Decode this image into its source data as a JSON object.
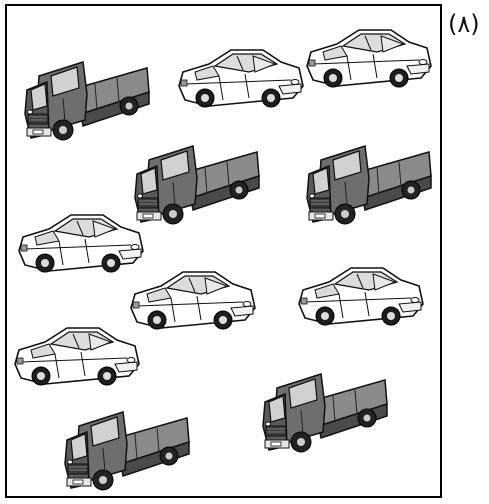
{
  "question_label": "(٨)",
  "vehicles": [
    {
      "kind": "truck"
    },
    {
      "kind": "car"
    },
    {
      "kind": "car"
    },
    {
      "kind": "truck"
    },
    {
      "kind": "truck"
    },
    {
      "kind": "car"
    },
    {
      "kind": "car"
    },
    {
      "kind": "car"
    },
    {
      "kind": "car"
    },
    {
      "kind": "truck"
    },
    {
      "kind": "truck"
    }
  ],
  "colors": {
    "ink": "#111111",
    "truck_body": "#6e6e6e",
    "truck_dark": "#3a3a3a",
    "glass": "#cfd2d4"
  }
}
